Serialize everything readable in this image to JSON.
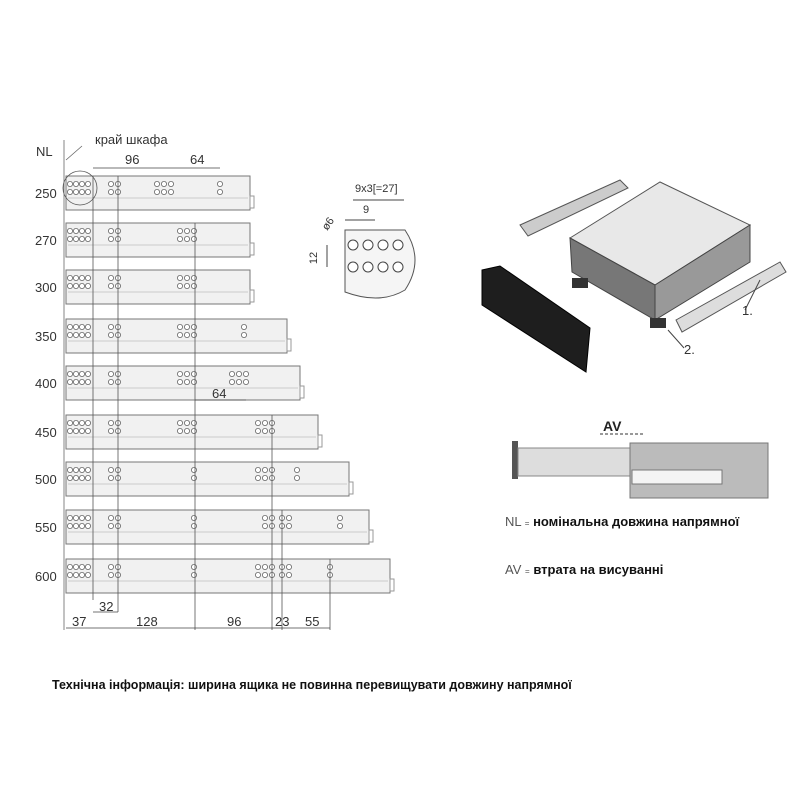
{
  "diagram": {
    "nl_header": "NL",
    "cabinet_edge_label": "край шкафа",
    "top_dims": [
      "96",
      "64"
    ],
    "slide_lengths": [
      "250",
      "270",
      "300",
      "350",
      "400",
      "450",
      "500",
      "550",
      "600"
    ],
    "mid_dim": "64",
    "bottom_dims": [
      "37",
      "32",
      "128",
      "96",
      "23",
      "55"
    ],
    "detail": {
      "pitch_total": "9x3[=27]",
      "pitch": "9",
      "diameter": "ø6",
      "row_spacing": "12"
    },
    "assembly_callouts": [
      "1.",
      "2."
    ],
    "av_label": "AV",
    "legend": [
      {
        "key": "NL",
        "sep": "=",
        "text": "номінальна довжина напрямної"
      },
      {
        "key": "AV",
        "sep": "=",
        "text": "втрата на висуванні"
      }
    ],
    "tech_note": "Технічна інформація: ширина ящика не повинна перевищувати довжину напрямної"
  }
}
